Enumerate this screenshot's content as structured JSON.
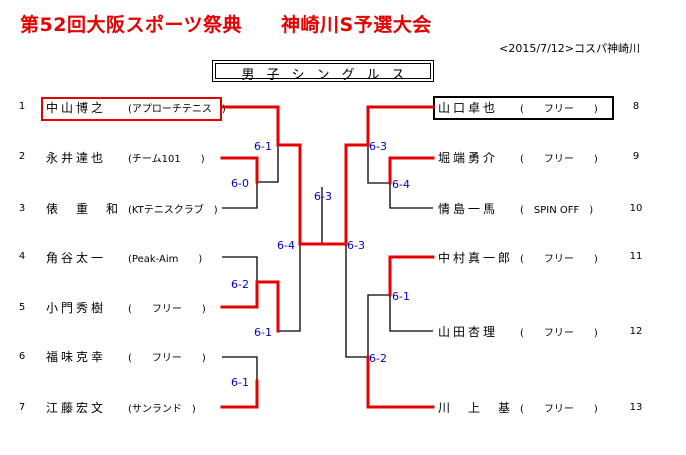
{
  "title": "第52回大阪スポーツ祭典　　神崎川S予選大会",
  "date": "<2015/7/12>コスパ神崎川",
  "event": "男子シングルス",
  "players": [
    {
      "seed": "1",
      "name": "中山博之",
      "club": "(アプローチテニス　)"
    },
    {
      "seed": "2",
      "name": "永井達也",
      "club": "(チーム101　　)"
    },
    {
      "seed": "3",
      "name": "俵　重　和",
      "club": "(KTテニスクラブ　)"
    },
    {
      "seed": "4",
      "name": "角谷太一",
      "club": "(Peak-Aim　　)"
    },
    {
      "seed": "5",
      "name": "小門秀樹",
      "club": "(　　フリー　　)"
    },
    {
      "seed": "6",
      "name": "福味克幸",
      "club": "(　　フリー　　)"
    },
    {
      "seed": "7",
      "name": "江藤宏文",
      "club": "(サンランド　)"
    },
    {
      "seed": "8",
      "name": "山口卓也",
      "club": "(　　フリー　　)"
    },
    {
      "seed": "9",
      "name": "堀端勇介",
      "club": "(　　フリー　　)"
    },
    {
      "seed": "10",
      "name": "情島一馬",
      "club": "(　SPIN OFF　)"
    },
    {
      "seed": "11",
      "name": "中村真一郎",
      "club": "(　　フリー　　)"
    },
    {
      "seed": "12",
      "name": "山田杏理",
      "club": "(　　フリー　　)"
    },
    {
      "seed": "13",
      "name": "川　上　基",
      "club": "(　　フリー　　)"
    }
  ],
  "scores": {
    "r1_2v3": "6-0",
    "r1_4v5": "6-2",
    "r1_6v7": "6-1",
    "r2_1v23": "6-1",
    "r2_45v67": "6-1",
    "sf_left": "6-4",
    "final": "6-3",
    "sf_right": "6-3",
    "r1_9v10": "6-4",
    "r2_8v910": "6-3",
    "r1_11v12": "6-1",
    "r2_1112v13": "6-2"
  },
  "colors": {
    "winner_line": "#e60000",
    "loser_line": "#000000",
    "score": "#0000cc",
    "title": "#e60000"
  }
}
